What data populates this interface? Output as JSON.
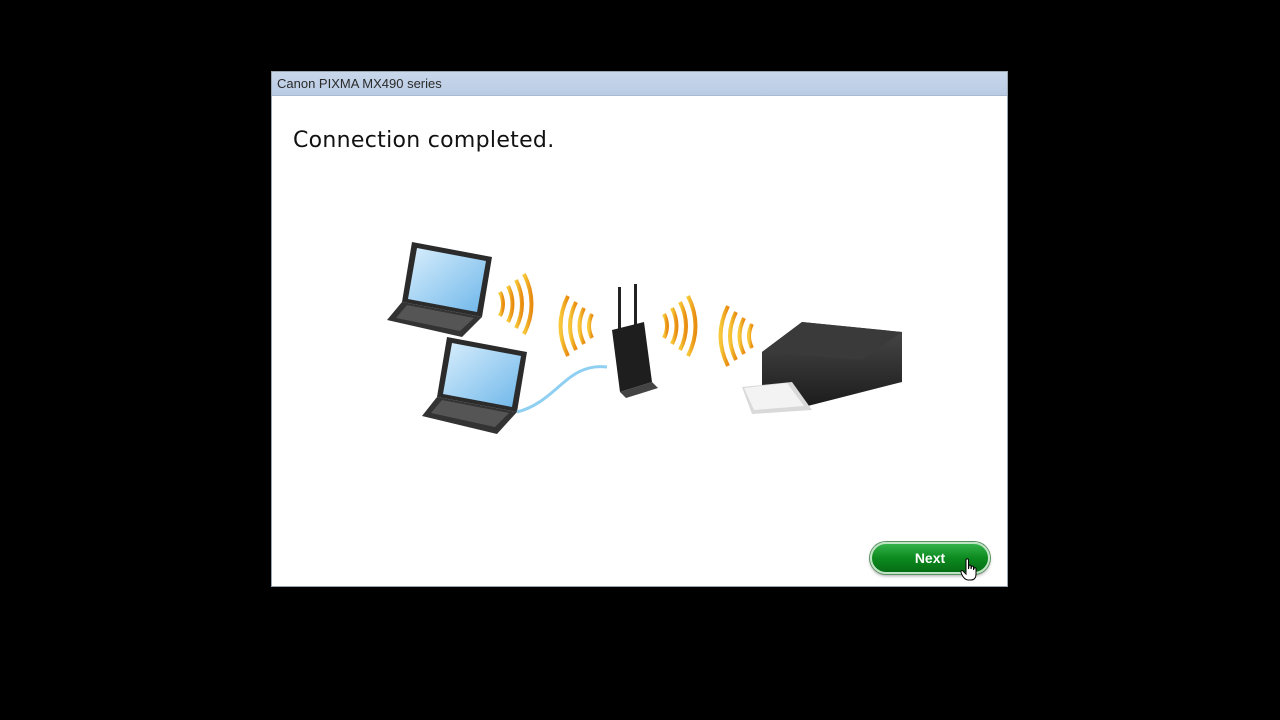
{
  "window": {
    "title": "Canon PIXMA MX490 series"
  },
  "main": {
    "heading": "Connection completed."
  },
  "footer": {
    "next_label": "Next"
  },
  "icons": [
    "laptop-icon",
    "laptop-icon",
    "wifi-signal-icon",
    "router-icon",
    "printer-icon",
    "hand-cursor-icon"
  ],
  "colors": {
    "accent_green": "#0c8a1f",
    "signal_orange": "#f0a91b",
    "titlebar": "#c9d7ea"
  }
}
